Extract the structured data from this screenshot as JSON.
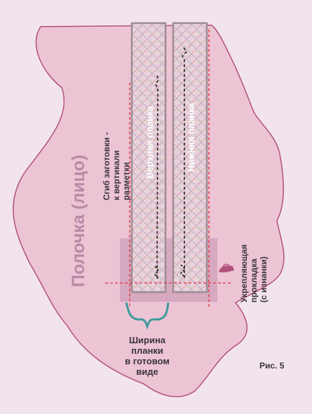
{
  "labels": {
    "front_piece": "Полочка (лицо)",
    "fold_line": [
      "Сгиб заготовки -",
      "к вертикали",
      "разметки"
    ],
    "upper_placket": "Верхняя планка",
    "lower_placket": "Нижняя планка",
    "interfacing": [
      "Укрепляющая",
      "прокладка",
      "(с изнанки)"
    ],
    "finished_width": [
      "Ширина",
      "планки",
      "в готовом",
      "виде"
    ],
    "figure": "Рис. 5"
  },
  "colors": {
    "background": "#f2e4ec",
    "garment_fill": "#ecc4d4",
    "garment_stroke": "#b2527a",
    "interfacing": "#d3a4bd",
    "red_line": "#e0303c",
    "label_dark": "#3a3340",
    "label_pink": "#b98aa6",
    "placket_label": "#ffffff",
    "brace": "#3c9a9a",
    "placket_border": "#9d8c92",
    "stitch": "#222222"
  },
  "icons": {
    "interfacing_marker": "iron-icon"
  }
}
